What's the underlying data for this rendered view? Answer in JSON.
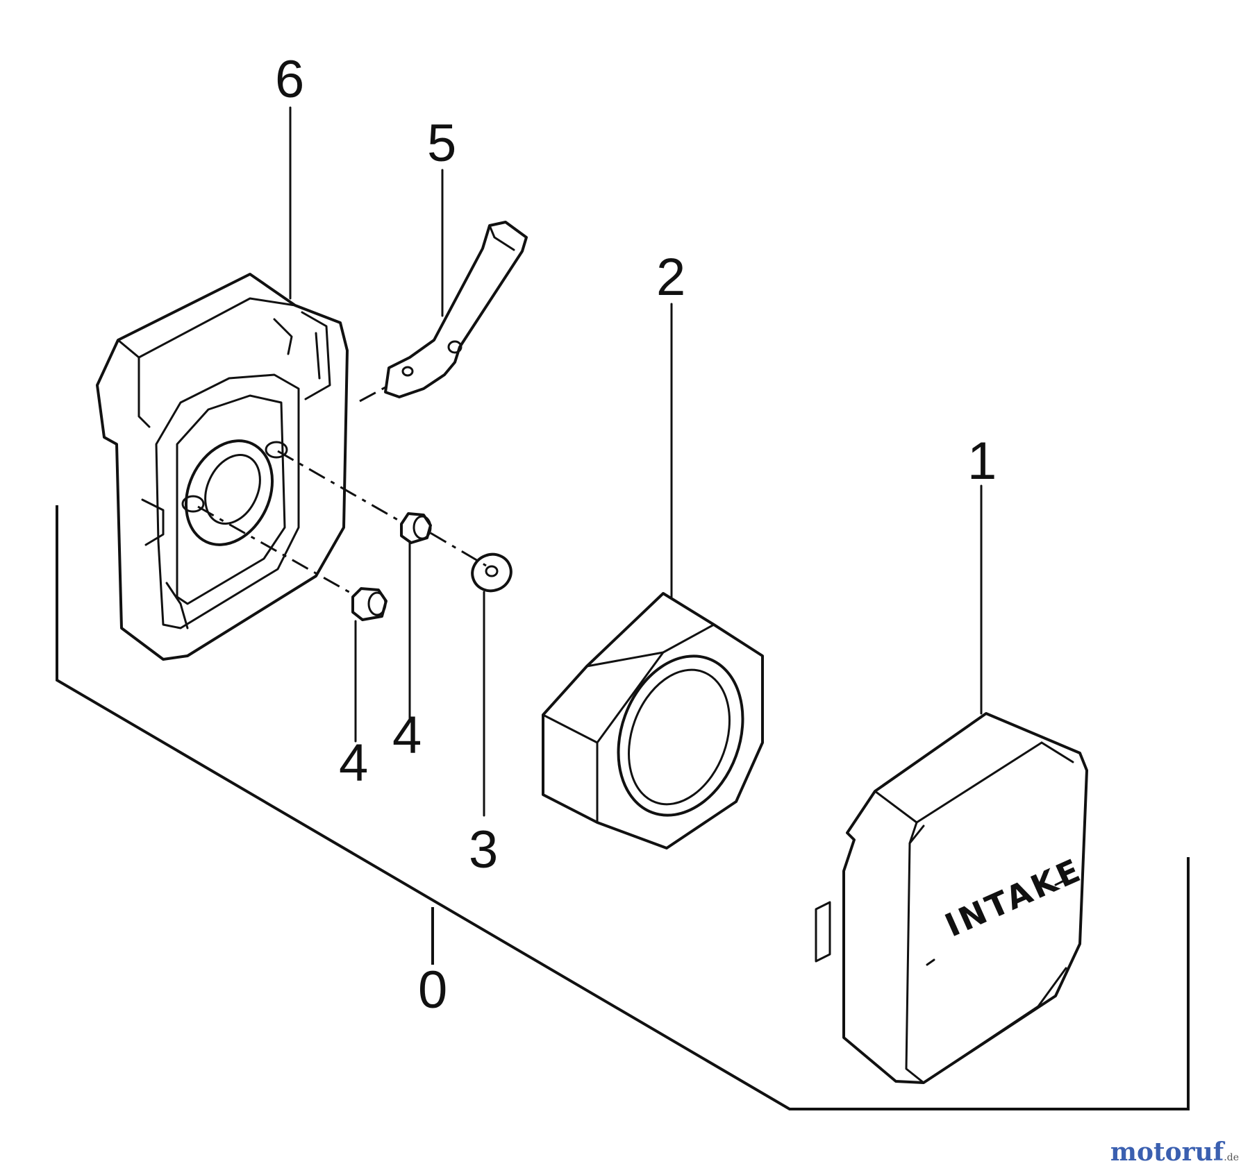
{
  "labels": {
    "assembly": "0",
    "part1": "1",
    "part2": "2",
    "part3": "3",
    "part4a": "4",
    "part4b": "4",
    "part5": "5",
    "part6": "6"
  },
  "parts": {
    "air_cleaner_cover_marking": "INTAKE"
  },
  "watermark": {
    "brand": "motoruf",
    "tld": ".de"
  },
  "colors": {
    "ink": "#111111",
    "background": "#ffffff",
    "watermark": "#3a5fb0"
  }
}
